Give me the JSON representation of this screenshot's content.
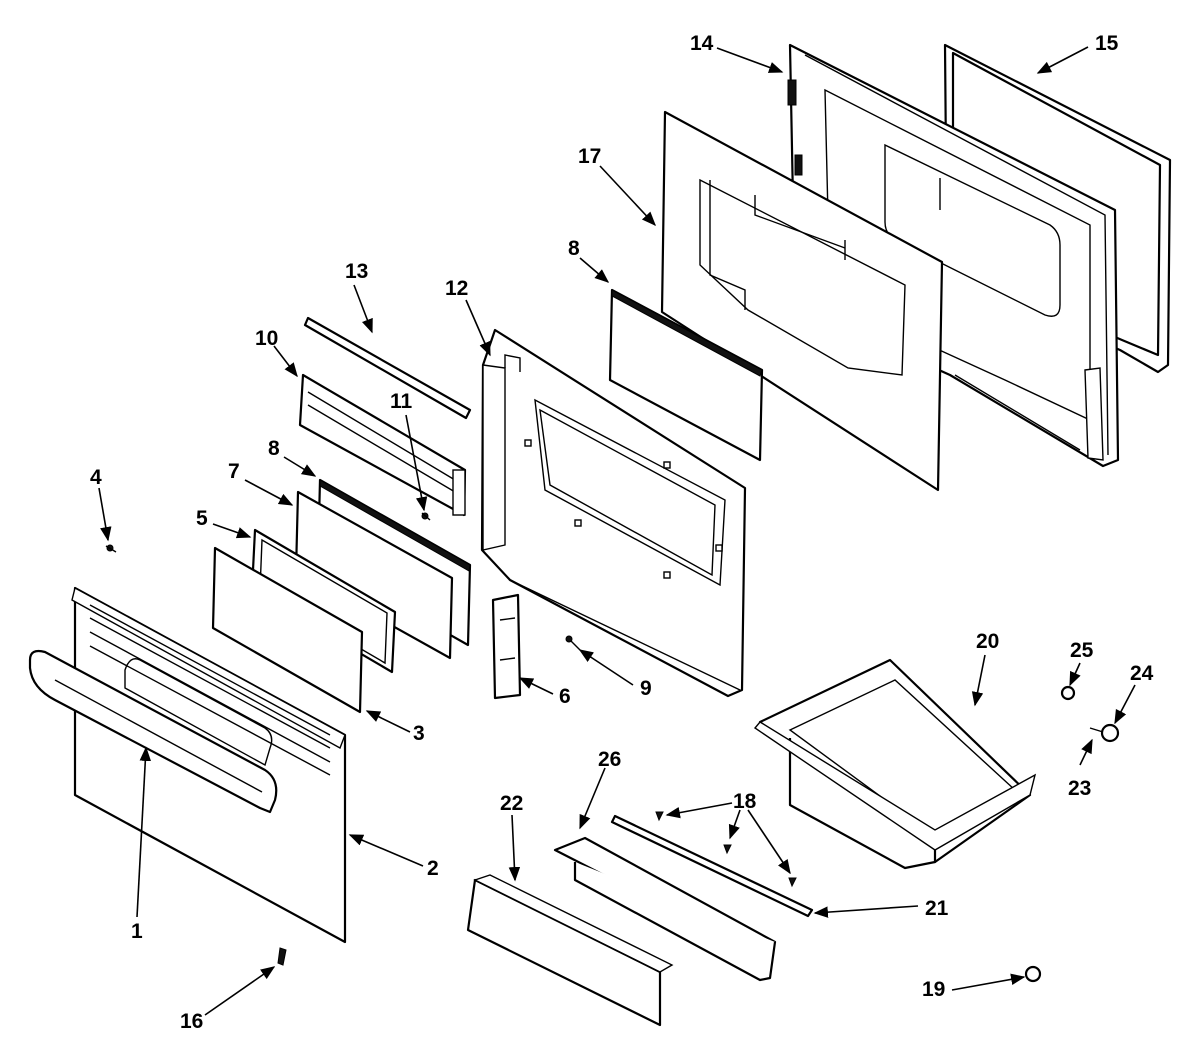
{
  "labels": {
    "p1": "1",
    "p2": "2",
    "p3": "3",
    "p4": "4",
    "p5": "5",
    "p6": "6",
    "p7": "7",
    "p8a": "8",
    "p8b": "8",
    "p9": "9",
    "p10": "10",
    "p11": "11",
    "p12": "12",
    "p13": "13",
    "p14": "14",
    "p15": "15",
    "p16": "16",
    "p17": "17",
    "p18": "18",
    "p19": "19",
    "p20": "20",
    "p21": "21",
    "p22": "22",
    "p23": "23",
    "p24": "24",
    "p25": "25",
    "p26": "26"
  }
}
